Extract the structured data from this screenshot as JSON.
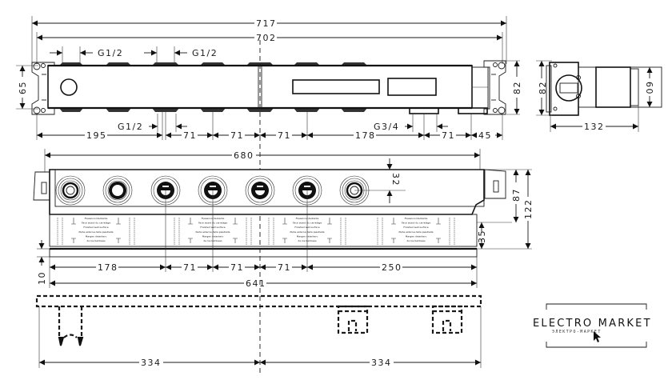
{
  "drawing": {
    "title": "Concealed thermostat valve body – dimensional drawing",
    "top_view": {
      "overall_length": "717",
      "body_length": "702",
      "height": "65",
      "bracket_height": "82",
      "thread_labels": {
        "inlet_top_1": "G1/2",
        "inlet_top_2": "G1/2",
        "outlet_bottom": "G1/2",
        "supply": "G3/4"
      },
      "spacings": [
        "195",
        "71",
        "71",
        "71",
        "178",
        "71",
        "45"
      ]
    },
    "side_view": {
      "height": "82",
      "depth": "132",
      "cover_height": "60"
    },
    "front_view": {
      "width": "680",
      "outlet_offset": "32",
      "height_a": "87",
      "height_b": "122",
      "tile_zone": "35",
      "bottom_offset": "10",
      "spacings": [
        "178",
        "71",
        "71",
        "71",
        "250"
      ],
      "total": "641",
      "wall_label_lines": [
        "Fliesenvorderkante",
        "Face avant du carrelage",
        "Finished wall surface",
        "Parte esterna della piastrella",
        "Margen delantero",
        "de los baldosas"
      ]
    },
    "bottom_view": {
      "left_half": "334",
      "right_half": "334"
    }
  },
  "logo": {
    "title": "ELECTRO MARKET",
    "subtitle": "ЭЛЕКТРО-МАРКЕТ",
    "cursor_icon": "cursor-arrow-icon"
  }
}
